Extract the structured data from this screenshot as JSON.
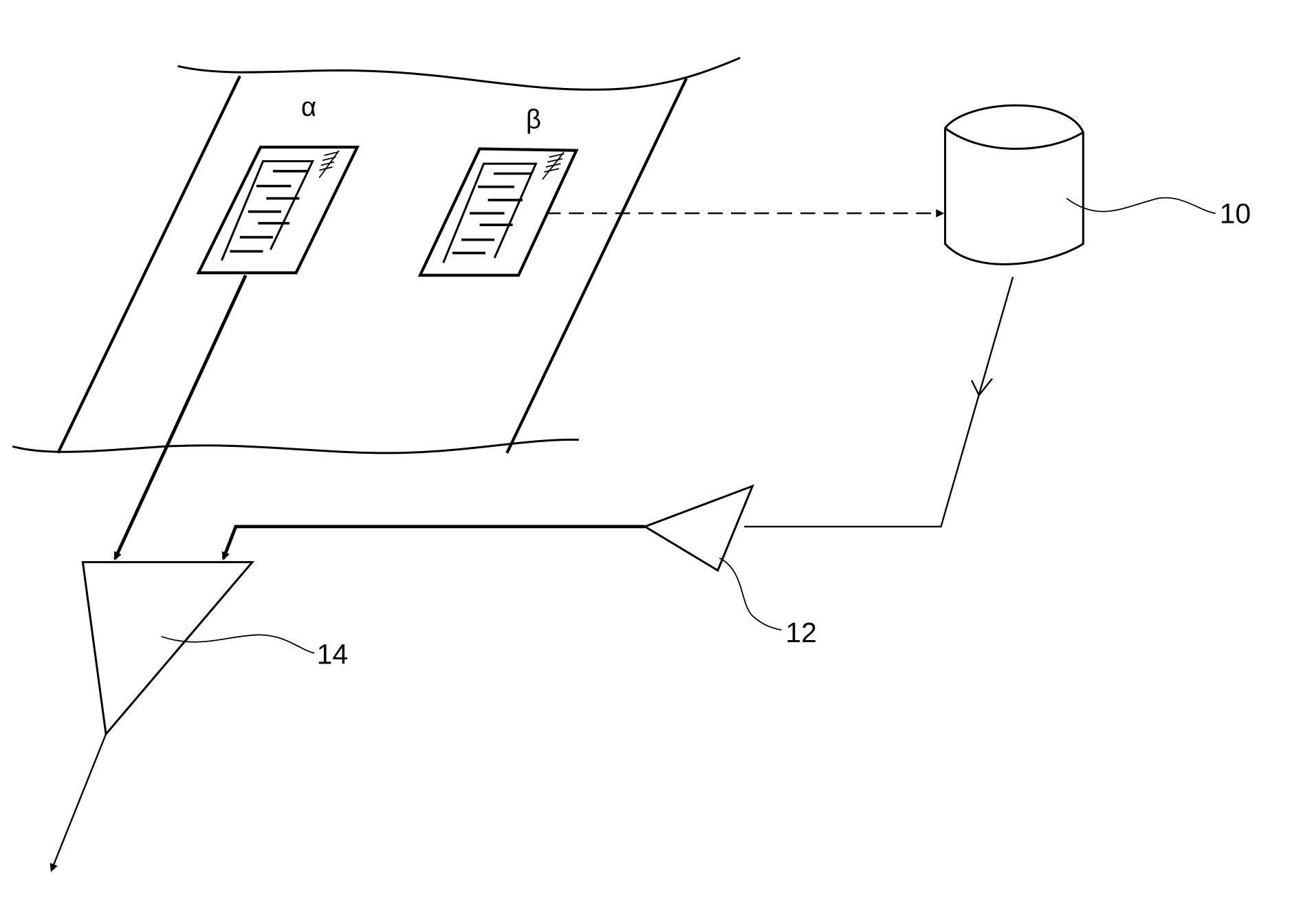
{
  "labels": {
    "alpha": "α",
    "beta": "β",
    "ref_10": "10",
    "ref_12": "12",
    "ref_14": "14"
  },
  "colors": {
    "line": "#000000",
    "background": "#ffffff"
  }
}
